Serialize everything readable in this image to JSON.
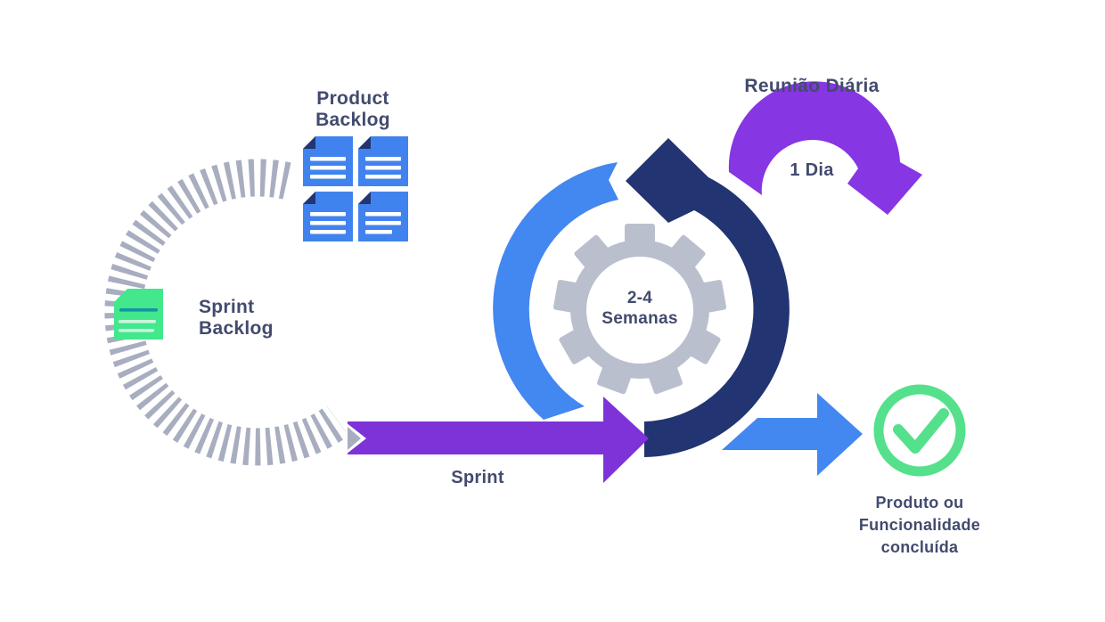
{
  "labels": {
    "product_backlog_line1": "Product",
    "product_backlog_line2": "Backlog",
    "sprint_backlog_line1": "Sprint",
    "sprint_backlog_line2": "Backlog",
    "daily_meeting_title": "Reunião Diária",
    "daily_meeting_duration": "1 Dia",
    "cycle_duration_line1": "2-4",
    "cycle_duration_line2": "Semanas",
    "sprint_arrow_label": "Sprint",
    "result_line1": "Produto ou",
    "result_line2": "Funcionalidade",
    "result_line3": "concluída"
  },
  "colors": {
    "background": "#ffffff",
    "text": "#424b6e",
    "blue": "#4387f0",
    "navy": "#223471",
    "purple_sprint": "#7e33d8",
    "purple_daily": "#8636e2",
    "stripe_gray": "#a8aec0",
    "gear_gray": "#b9bfcd",
    "note_green": "#43e78c",
    "note_teal_line": "#1295a5",
    "note_pale_line": "#c9f6dd",
    "doc_blue": "#4183ee",
    "doc_fold_navy": "#223572",
    "check_green": "#55e08c"
  }
}
